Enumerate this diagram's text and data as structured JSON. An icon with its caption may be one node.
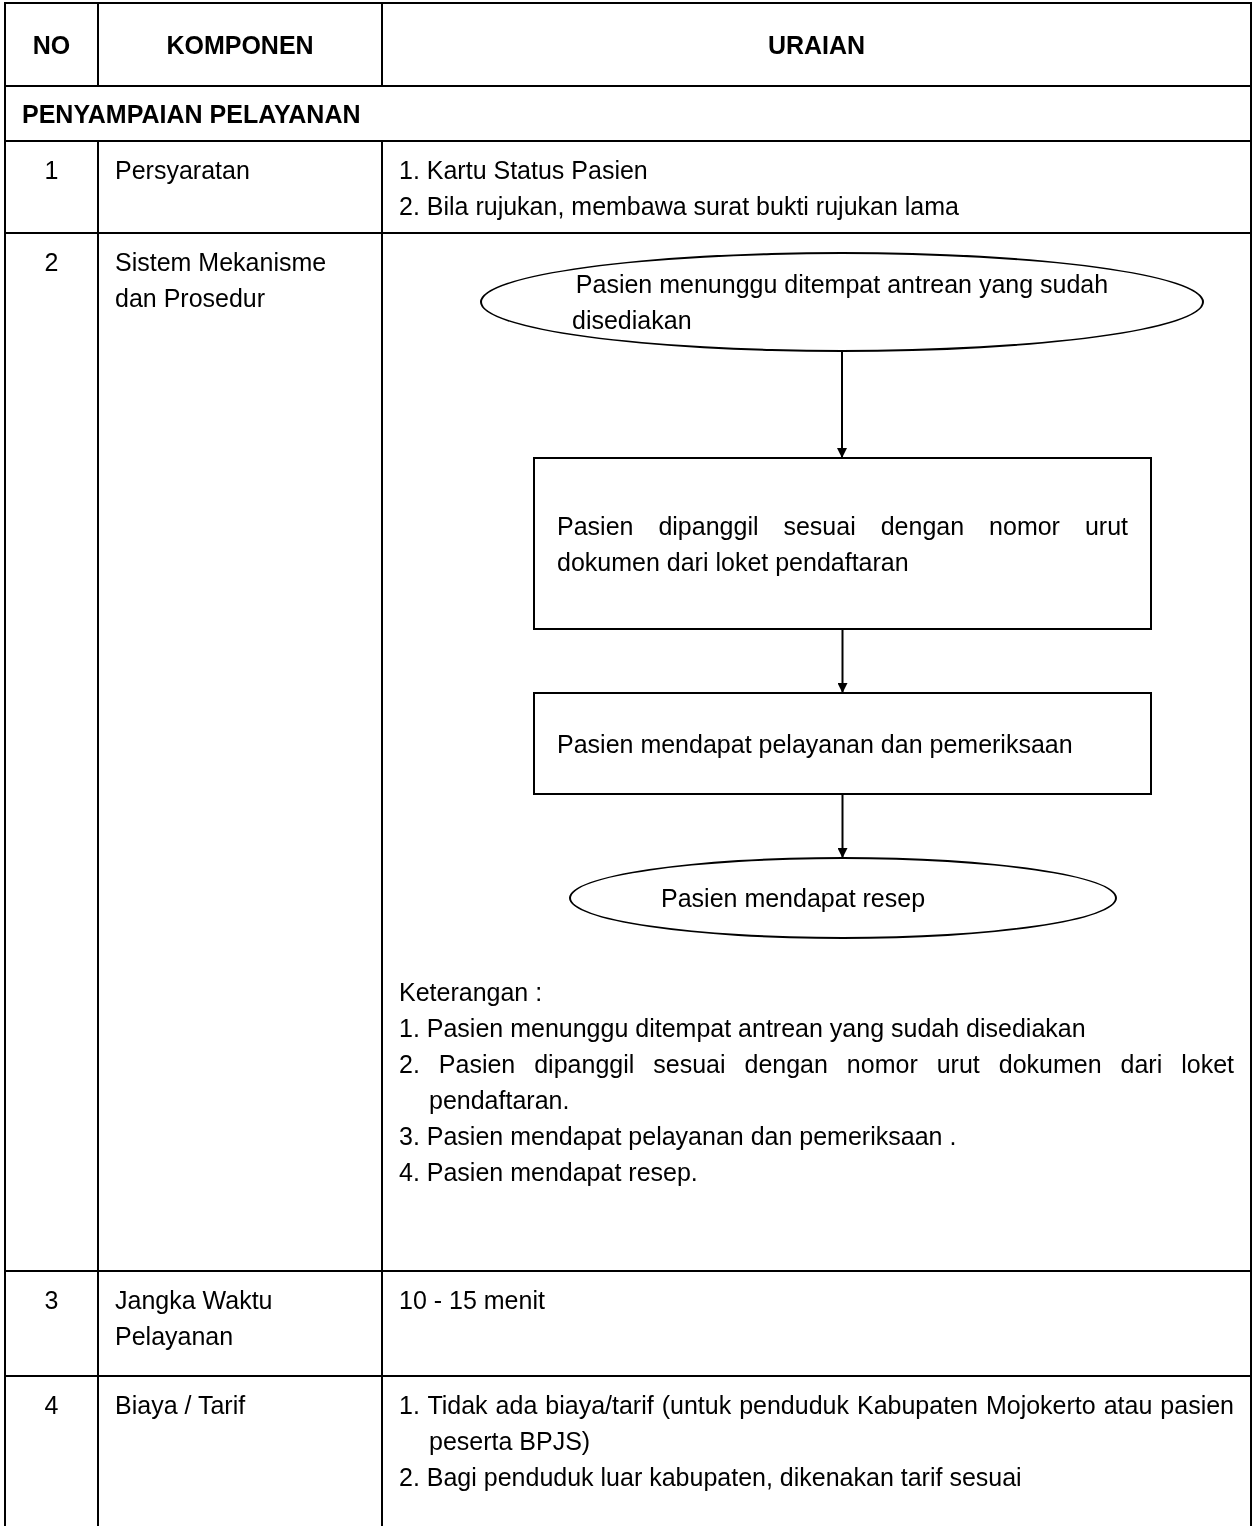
{
  "diagram": {
    "nodes": [
      {
        "text": [
          "Pasien menunggu ditempat antrean yang sudah disediakan"
        ]
      },
      {
        "text": [
          "Pasien dipanggil sesuai dengan nomor urut dokumen dari loket pendaftaran"
        ]
      },
      {
        "text": [
          "Pasien mendapat pelayanan dan pemeriksaan"
        ]
      },
      {
        "text": [
          "Pasien mendapat resep"
        ]
      }
    ],
    "edges": [
      {
        "from": 0,
        "to": 1,
        "arrow": "to"
      },
      {
        "from": 1,
        "to": 2,
        "arrow": "to"
      },
      {
        "from": 2,
        "to": 3,
        "arrow": "to"
      }
    ],
    "labels": [
      "NO",
      "KOMPONEN",
      "URAIAN",
      "PENYAMPAIAN PELAYANAN",
      "1",
      "Persyaratan",
      "1. Kartu Status Pasien",
      "2. Bila rujukan, membawa surat bukti rujukan lama",
      "2",
      "Sistem Mekanisme dan Prosedur",
      "Keterangan :",
      "1. Pasien menunggu ditempat antrean yang sudah disediakan",
      "2. Pasien dipanggil sesuai dengan nomor urut dokumen dari loket pendaftaran.",
      "3. Pasien mendapat pelayanan dan pemeriksaan .",
      "4. Pasien mendapat resep.",
      "3",
      "Jangka Waktu Pelayanan",
      "10 - 15 menit",
      "4",
      "Biaya / Tarif",
      "1. Tidak ada biaya/tarif (untuk penduduk Kabupaten Mojokerto atau pasien peserta BPJS)",
      "2. Bagi penduduk luar kabupaten, dikenakan tarif sesuai"
    ]
  }
}
